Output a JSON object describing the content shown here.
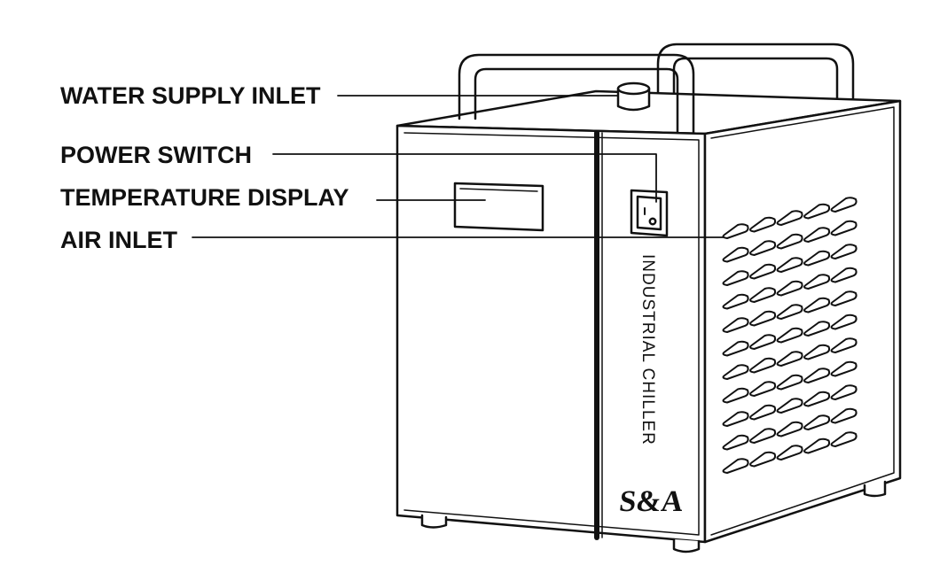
{
  "callouts": {
    "water_supply_inlet": "WATER SUPPLY INLET",
    "power_switch": "POWER SWITCH",
    "temperature_display": "TEMPERATURE DISPLAY",
    "air_inlet": "AIR INLET"
  },
  "device": {
    "side_label": "INDUSTRIAL CHILLER",
    "brand": "S&A"
  },
  "colors": {
    "line": "#111111",
    "background": "#ffffff"
  }
}
